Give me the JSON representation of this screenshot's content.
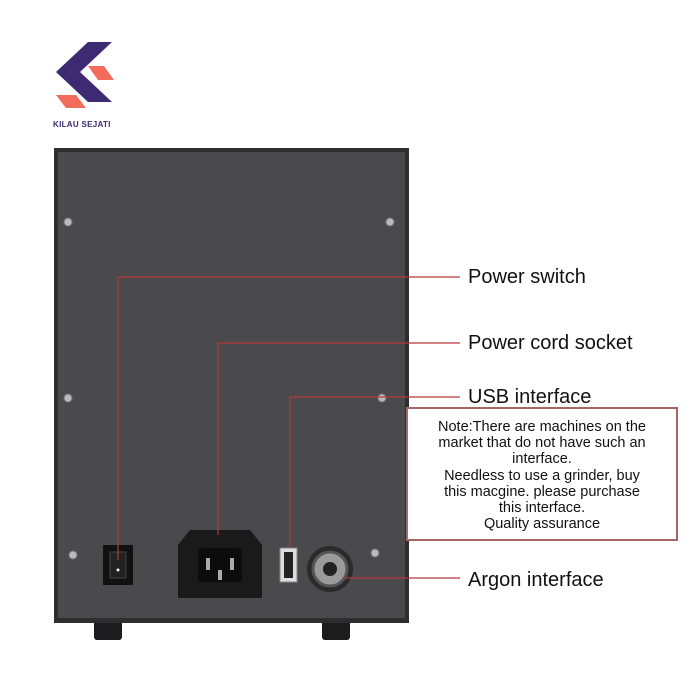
{
  "brand": {
    "name": "KILAU SEJATI",
    "colors": {
      "primary": "#3d2a73",
      "accent": "#f26b5b"
    }
  },
  "callouts": {
    "power_switch": "Power switch",
    "power_cord_socket": "Power cord socket",
    "usb_interface": "USB interface",
    "argon_interface": "Argon interface"
  },
  "note": {
    "lines": [
      "Note:There are machines on the",
      "market that do not have such an",
      "interface.",
      "Needless to use a grinder, buy",
      "this macgine. please purchase",
      "this interface.",
      "Quality assurance"
    ]
  },
  "colors": {
    "leader_line": "#b8383c",
    "panel": "#4a4a4c"
  }
}
